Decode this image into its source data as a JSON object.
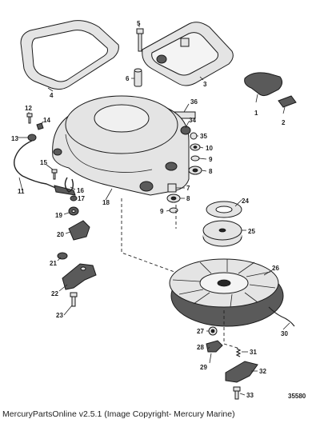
{
  "figure_number": "35580",
  "footer_text": "MercuryPartsOnline v2.5.1 (Image Copyright- Mercury Marine)",
  "labels": [
    "1",
    "2",
    "3",
    "4",
    "5",
    "6",
    "7",
    "8",
    "9",
    "10",
    "11",
    "12",
    "13",
    "14",
    "15",
    "16",
    "17",
    "18",
    "19",
    "20",
    "21",
    "22",
    "23",
    "24",
    "25",
    "26",
    "27",
    "28",
    "29",
    "30",
    "31",
    "32",
    "33",
    "34",
    "35",
    "36",
    "8",
    "9"
  ]
}
